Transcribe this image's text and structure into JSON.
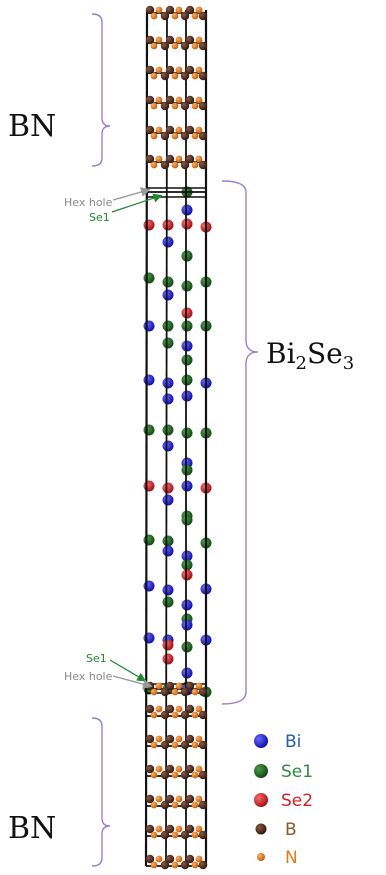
{
  "labels": {
    "bn_top": "BN",
    "bn_bottom": "BN",
    "bise_main": "Bi",
    "bise_sub1": "2",
    "bise_mid": "Se",
    "bise_sub2": "3"
  },
  "annotations": {
    "top_hex_hole": "Hex hole",
    "top_se1": "Se1",
    "bottom_se1": "Se1",
    "bottom_hex_hole": "Hex hole"
  },
  "legend": [
    {
      "label": "Bi",
      "color": "#1a1adb",
      "text_color": "#1f5fae"
    },
    {
      "label": "Se1",
      "color": "#1e6b1e",
      "text_color": "#2e8b3a"
    },
    {
      "label": "Se2",
      "color": "#d81c24",
      "text_color": "#d81c24"
    },
    {
      "label": "B",
      "color": "#4a2a1e",
      "text_color": "#8a5a24"
    },
    {
      "label": "N",
      "color": "#e07a1f",
      "text_color": "#e07a1f"
    }
  ],
  "colors": {
    "frame": "#111111",
    "bracket": "#9a7fd0",
    "arrow_gray": "#9a9a9a",
    "arrow_green": "#1f8a2e"
  }
}
